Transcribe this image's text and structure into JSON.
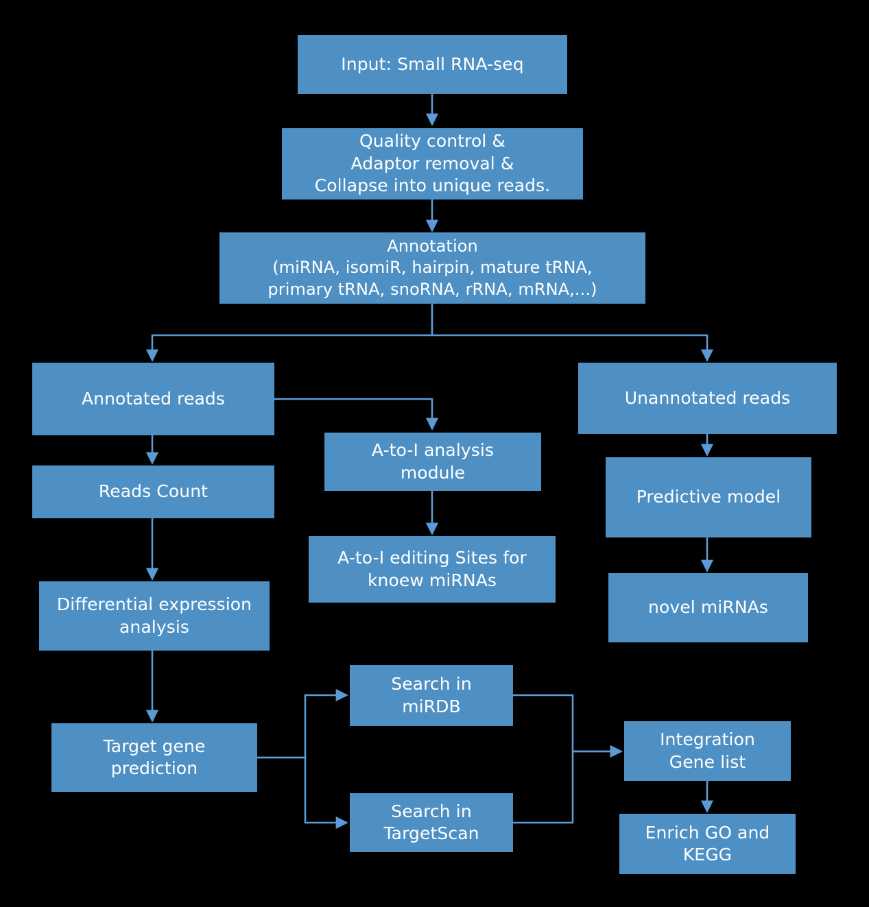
{
  "diagram": {
    "title": "Small RNA-seq analysis pipeline flowchart",
    "background_color": "#000000",
    "node_color": "#4e90c4",
    "text_color": "#ffffff",
    "edge_color": "#4e90c4",
    "nodes": [
      {
        "id": "input",
        "label": "Input: Small RNA-seq"
      },
      {
        "id": "qc",
        "label": "Quality control &\nAdaptor removal &\nCollapse into unique reads."
      },
      {
        "id": "annotation",
        "label": "Annotation\n(miRNA, isomiR, hairpin, mature tRNA,\nprimary tRNA, snoRNA, rRNA, mRNA,...)"
      },
      {
        "id": "annotated",
        "label": "Annotated reads"
      },
      {
        "id": "unannotated",
        "label": "Unannotated reads"
      },
      {
        "id": "readscount",
        "label": "Reads Count"
      },
      {
        "id": "atoi_module",
        "label": "A-to-I analysis\nmodule"
      },
      {
        "id": "atoi_sites",
        "label": "A-to-I editing Sites for\nknoew miRNAs"
      },
      {
        "id": "predictive",
        "label": "Predictive model"
      },
      {
        "id": "novel",
        "label": "novel miRNAs"
      },
      {
        "id": "diffexp",
        "label": "Differential expression\nanalysis"
      },
      {
        "id": "target",
        "label": "Target gene\nprediction"
      },
      {
        "id": "mirdb",
        "label": "Search in\nmiRDB"
      },
      {
        "id": "targetscan",
        "label": "Search in\nTargetScan"
      },
      {
        "id": "integration",
        "label": "Integration\nGene list"
      },
      {
        "id": "enrich",
        "label": "Enrich GO and\nKEGG"
      }
    ],
    "edges": [
      {
        "from": "input",
        "to": "qc"
      },
      {
        "from": "qc",
        "to": "annotation"
      },
      {
        "from": "annotation",
        "to": "annotated"
      },
      {
        "from": "annotation",
        "to": "unannotated"
      },
      {
        "from": "annotated",
        "to": "readscount"
      },
      {
        "from": "annotated",
        "to": "atoi_module"
      },
      {
        "from": "atoi_module",
        "to": "atoi_sites"
      },
      {
        "from": "unannotated",
        "to": "predictive"
      },
      {
        "from": "predictive",
        "to": "novel"
      },
      {
        "from": "readscount",
        "to": "diffexp"
      },
      {
        "from": "diffexp",
        "to": "target"
      },
      {
        "from": "target",
        "to": "mirdb"
      },
      {
        "from": "target",
        "to": "targetscan"
      },
      {
        "from": "mirdb",
        "to": "integration"
      },
      {
        "from": "targetscan",
        "to": "integration"
      },
      {
        "from": "integration",
        "to": "enrich"
      }
    ]
  }
}
